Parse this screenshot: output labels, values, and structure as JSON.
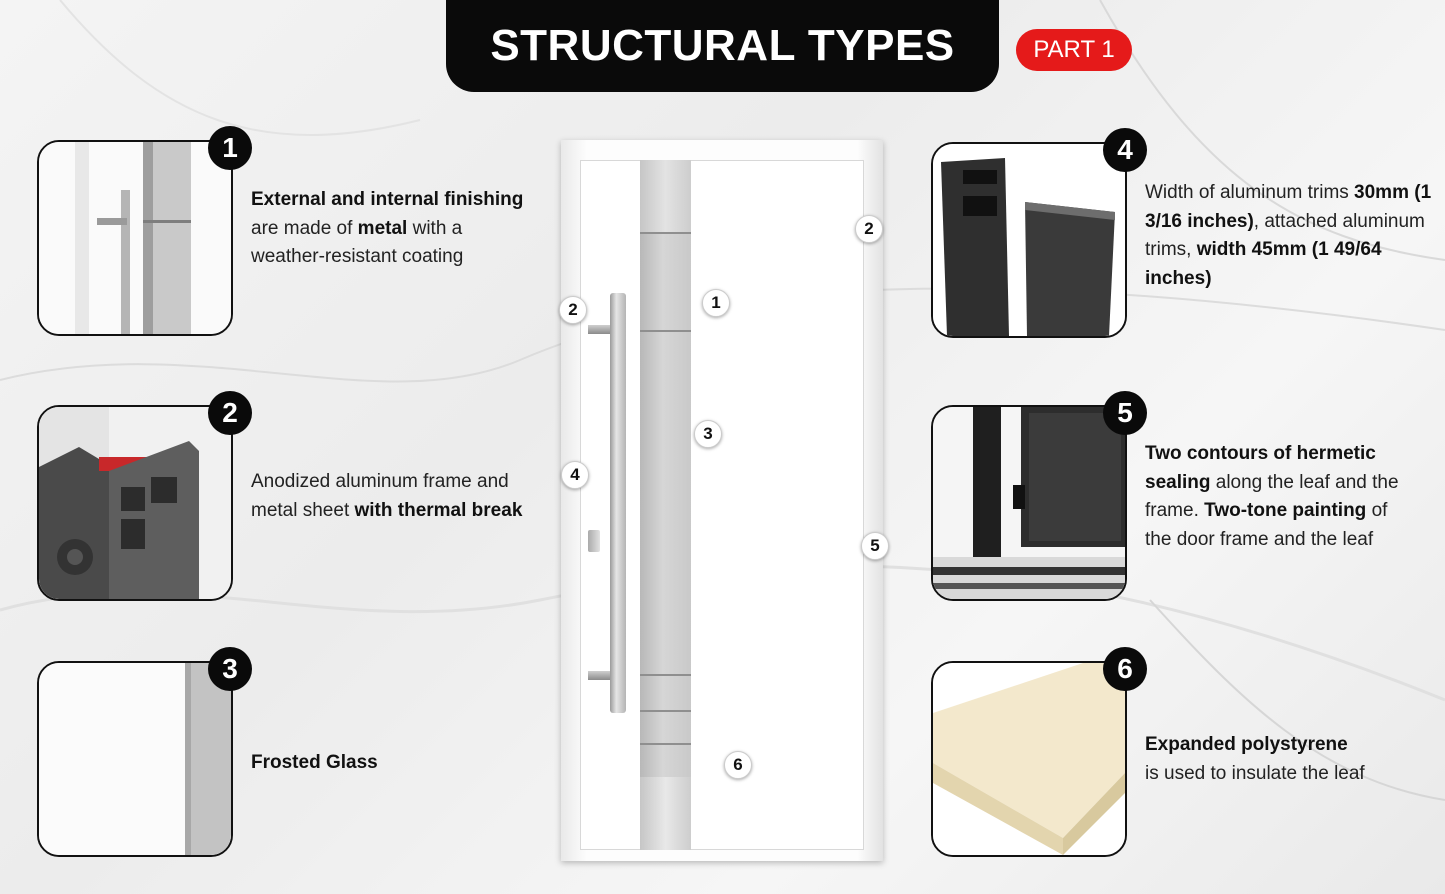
{
  "header": {
    "title": "STRUCTURAL TYPES",
    "part": "PART 1"
  },
  "colors": {
    "banner": "#0a0a0a",
    "badge_red": "#e51a1a",
    "glass": "#c9c9c9",
    "polystyrene": "#f3e8cc"
  },
  "features": [
    {
      "number": "1",
      "icon": "metal-finishing-closeup",
      "text": [
        {
          "t": "External and internal finishing",
          "b": true
        },
        {
          "t": " are made of ",
          "b": false
        },
        {
          "t": "metal",
          "b": true
        },
        {
          "t": " with a weather-resistant coating",
          "b": false
        }
      ]
    },
    {
      "number": "2",
      "icon": "thermal-break-profile",
      "text": [
        {
          "t": "Anodized aluminum frame and metal sheet ",
          "b": false
        },
        {
          "t": "with thermal break",
          "b": true
        }
      ]
    },
    {
      "number": "3",
      "icon": "frosted-glass-sample",
      "text": [
        {
          "t": "Frosted Glass",
          "b": true
        }
      ]
    },
    {
      "number": "4",
      "icon": "aluminum-trims",
      "text": [
        {
          "t": "Width of aluminum trims ",
          "b": false
        },
        {
          "t": "30mm (1 3/16 inches)",
          "b": true
        },
        {
          "t": ", attached aluminum trims, ",
          "b": false
        },
        {
          "t": "width 45mm (1 49/64 inches)",
          "b": true
        }
      ]
    },
    {
      "number": "5",
      "icon": "hermetic-sealing-contours",
      "text": [
        {
          "t": "Two contours of hermetic sealing",
          "b": true
        },
        {
          "t": " along the leaf and the frame. ",
          "b": false
        },
        {
          "t": "Two-tone painting",
          "b": true
        },
        {
          "t": " of the door frame and the leaf",
          "b": false
        }
      ]
    },
    {
      "number": "6",
      "icon": "expanded-polystyrene-block",
      "text": [
        {
          "t": "Expanded polystyrene",
          "b": true
        },
        {
          "t": " is used to insulate the leaf",
          "b": false
        }
      ]
    }
  ],
  "door_callouts": [
    "2",
    "1",
    "2",
    "3",
    "4",
    "5",
    "6"
  ]
}
